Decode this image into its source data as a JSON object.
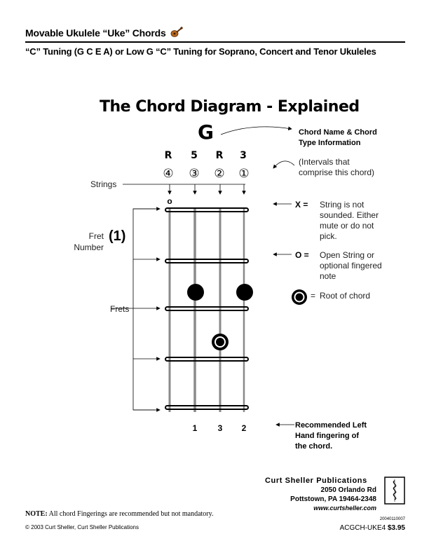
{
  "header": {
    "title": "Movable Ukulele “Uke” Chords",
    "subtitle": "“C” Tuning (G C E A) or Low G “C” Tuning for Soprano, Concert and Tenor Ukuleles"
  },
  "diagram": {
    "title": "The Chord Diagram - Explained",
    "chord_name": "G",
    "intervals": [
      "R",
      "5",
      "R",
      "3"
    ],
    "string_numbers": [
      "④",
      "③",
      "②",
      "①"
    ],
    "open_marker": "o",
    "fret_number": "(1)",
    "fingering": [
      "1",
      "3",
      "2"
    ],
    "labels": {
      "strings": "Strings",
      "fret_number_line1": "Fret",
      "fret_number_line2": "Number",
      "frets": "Frets"
    }
  },
  "annotations": {
    "chord_name_line1": "Chord Name & Chord",
    "chord_name_line2": "Type Information",
    "intervals_line1": "(Intervals that",
    "intervals_line2": "comprise this chord)",
    "x_key": "X =",
    "x_desc_1": "String is not",
    "x_desc_2": "sounded. Either",
    "x_desc_3": "mute or do not",
    "x_desc_4": "pick.",
    "o_key": "O =",
    "o_desc_1": "Open String or",
    "o_desc_2": "optional fingered",
    "o_desc_3": "note",
    "root_key": "=",
    "root_desc": "Root of chord",
    "fingering_line1": "Recommended Left",
    "fingering_line2": "Hand fingering of",
    "fingering_line3": "the chord."
  },
  "publisher": {
    "name": "Curt Sheller Publications",
    "address1": "2050 Orlando Rd",
    "address2": "Pottstown, PA 19464-2348",
    "website": "www.curtsheller.com"
  },
  "footer": {
    "note_label": "NOTE:",
    "note_text": "All chord Fingerings are recommended but not mandatory.",
    "copyright": "© 2003 Curt Sheller, Curt Sheller Publications",
    "catalog_number": "20040110007",
    "product_code": "ACGCH-UKE4",
    "price": "$3.95"
  },
  "colors": {
    "string": "#888888",
    "fret": "#000000",
    "dot": "#000000"
  }
}
